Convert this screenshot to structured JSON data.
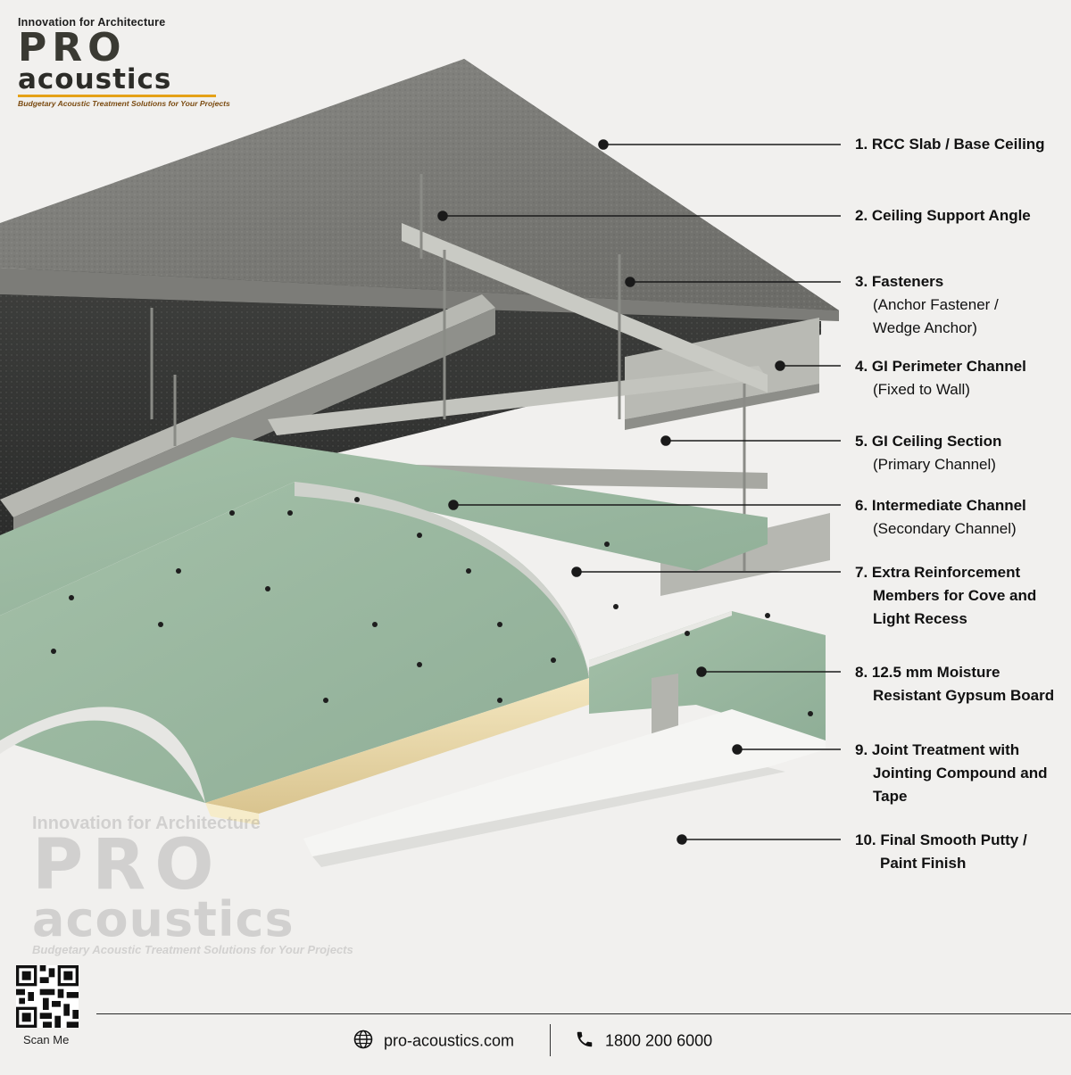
{
  "brand": {
    "tagline": "Innovation for Architecture",
    "name_top": "PRO",
    "name_bottom": "acoustics",
    "subtitle": "Budgetary Acoustic Treatment Solutions for Your Projects",
    "accent": "#e5a117"
  },
  "labels": [
    {
      "title": "1. RCC Slab / Base Ceiling"
    },
    {
      "title": "2. Ceiling Support Angle"
    },
    {
      "title": "3. Fasteners",
      "sub": [
        "(Anchor Fastener /",
        "Wedge Anchor)"
      ]
    },
    {
      "title": "4. GI Perimeter Channel",
      "sub": [
        "(Fixed to Wall)"
      ]
    },
    {
      "title": "5. GI Ceiling Section",
      "sub": [
        "(Primary Channel)"
      ]
    },
    {
      "title": "6. Intermediate Channel",
      "sub": [
        "(Secondary Channel)"
      ]
    },
    {
      "title": "7. Extra Reinforcement",
      "cont": [
        "Members for Cove and",
        "Light Recess"
      ]
    },
    {
      "title": "8. 12.5 mm Moisture",
      "cont": [
        "Resistant Gypsum Board"
      ]
    },
    {
      "title": "9. Joint Treatment with",
      "cont": [
        "Jointing Compound and Tape"
      ]
    },
    {
      "title": "10. Final Smooth Putty /",
      "cont": [
        "Paint Finish"
      ]
    }
  ],
  "footer": {
    "qr_label": "Scan Me",
    "website": "pro-acoustics.com",
    "phone": "1800 200 6000"
  },
  "colors": {
    "concrete": "#6e6e6a",
    "gypsum": "#97b59f",
    "metal": "#a9aaa4",
    "wall": "#f1f0ee",
    "cove_light": "#e8d9ac"
  }
}
